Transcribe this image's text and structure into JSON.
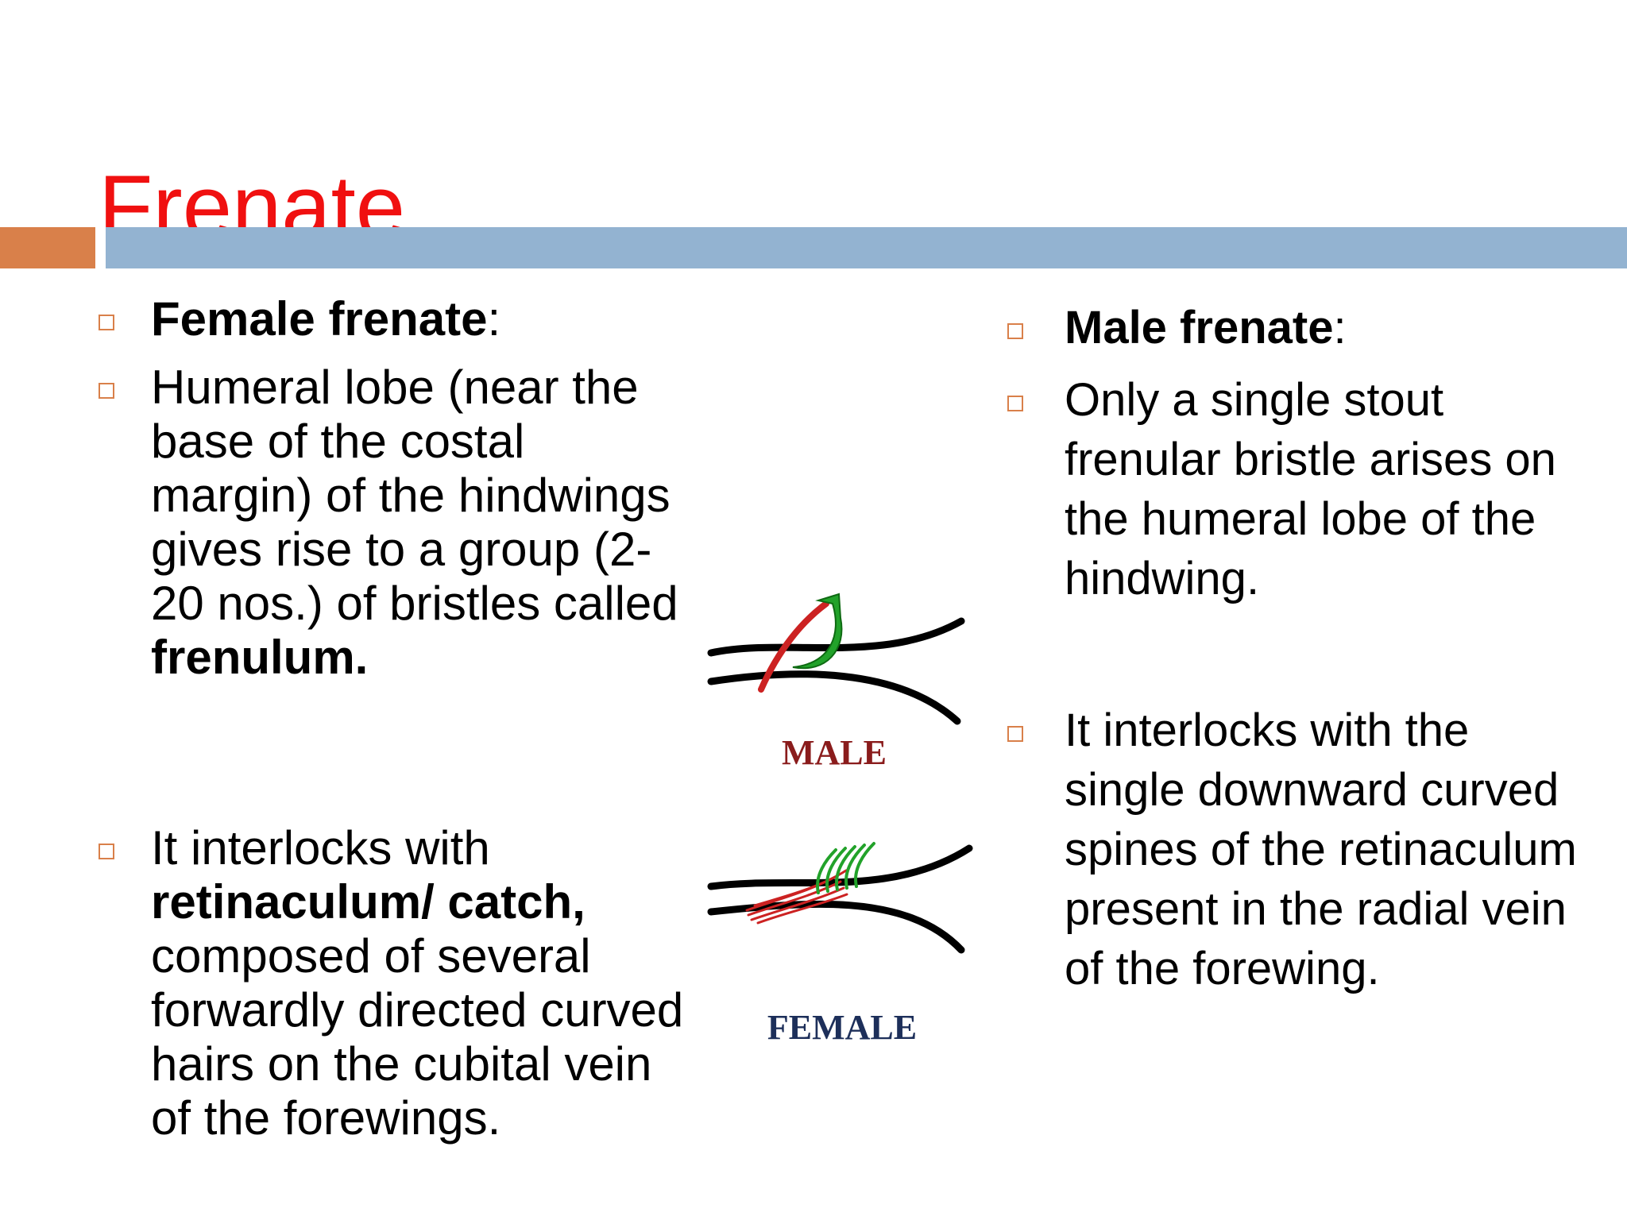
{
  "title": "Frenate",
  "left": {
    "heading": {
      "bold": "Female frenate",
      "rest": ":"
    },
    "p1": {
      "prefix": "Humeral lobe (near the base of the costal margin) of the hindwings gives rise to a group (2-20 nos.) of bristles called ",
      "bold": "frenulum."
    },
    "p2": {
      "prefix": "It interlocks with ",
      "bold": "retinaculum/ catch,",
      "suffix": " composed of several forwardly directed curved hairs on the cubital vein of the forewings."
    }
  },
  "right": {
    "heading": {
      "bold": "Male frenate",
      "rest": ":"
    },
    "p1": "Only a single stout frenular bristle arises on the humeral lobe of the hindwing.",
    "p2": "It interlocks with the single downward curved spines of the retinaculum present in the radial vein of the forewing."
  },
  "diagram": {
    "male_label": "MALE",
    "female_label": "FEMALE"
  },
  "colors": {
    "title": "#f01010",
    "accent_orange": "#d9804a",
    "accent_blue": "#93b3d1",
    "male_label": "#8a1c1c",
    "female_label": "#1d2f5a",
    "hook_green": "#22a22a",
    "bristle_red": "#cc2222"
  }
}
